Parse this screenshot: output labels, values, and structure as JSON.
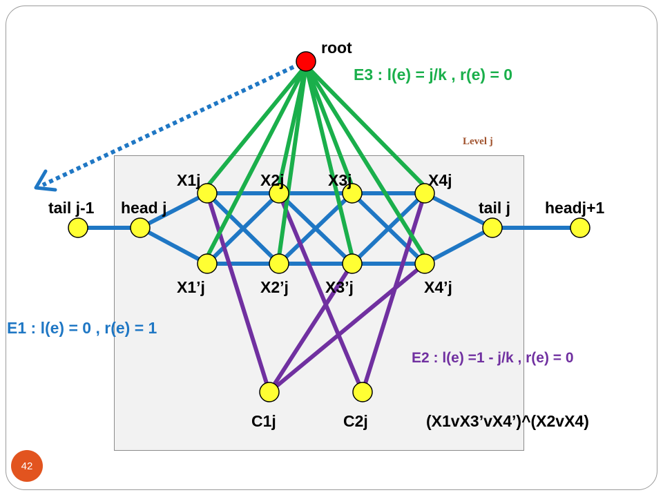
{
  "level_label": "Level j",
  "labels": {
    "root": "root",
    "x1j": "X1j",
    "x2j": "X2j",
    "x3j": "X3j",
    "x4j": "X4j",
    "x1pj": "X1’j",
    "x2pj": "X2’j",
    "x3pj": "X3’j",
    "x4pj": "X4’j",
    "tail_prev": "tail j-1",
    "head_j": "head j",
    "tail_j": "tail j",
    "head_next": "headj+1",
    "c1j": "C1j",
    "c2j": "C2j",
    "formula": "(X1vX3’vX4’)^(X2vX4)"
  },
  "equations": {
    "e3": "E3 :  l(e) = j/k  ,  r(e) = 0",
    "e1": "E1 :  l(e) = 0  ,  r(e) = 1",
    "e2": "E2 :  l(e) =1 -  j/k  ,  r(e) = 0"
  },
  "colors": {
    "e1_blue": "#1f77c4",
    "e2_purple": "#7030a0",
    "e3_green": "#1aaf4b",
    "node_yellow": "#ffff33",
    "root_red": "#ff0000"
  },
  "page_number": "42"
}
